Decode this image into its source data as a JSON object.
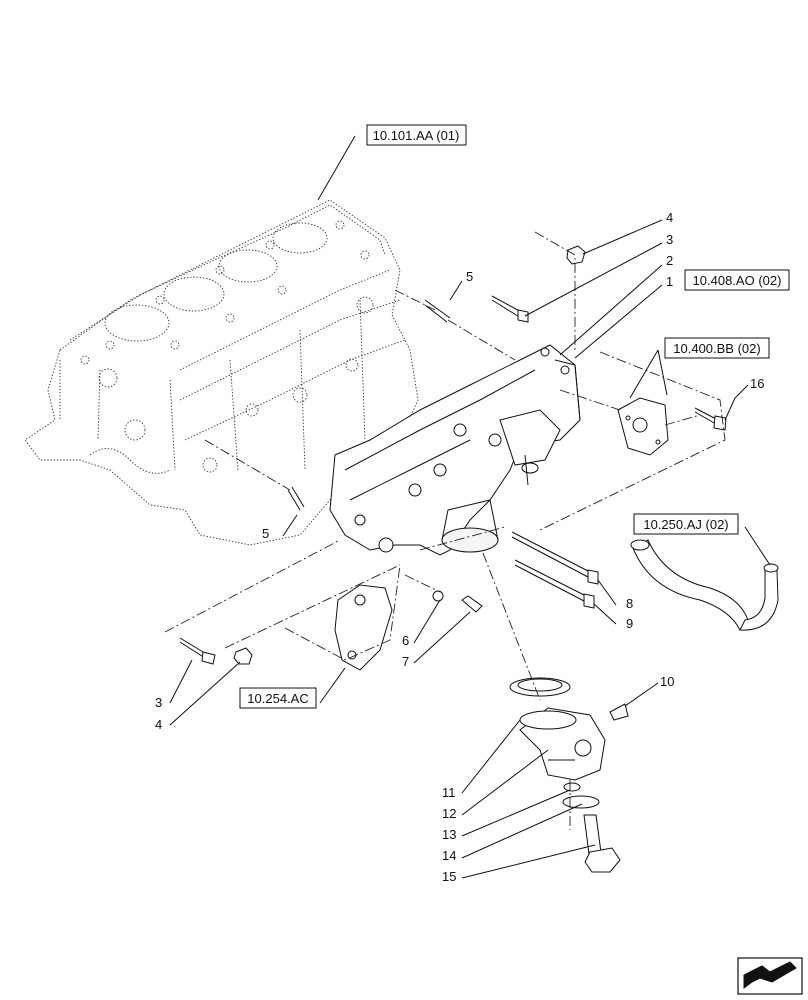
{
  "references": {
    "engine_block": "10.101.AA (01)",
    "top_right": "10.408.AO (02)",
    "gasket": "10.400.BB (02)",
    "hose": "10.250.AJ (02)",
    "bracket": "10.254.AC"
  },
  "callouts": {
    "c1": "1",
    "c2": "2",
    "c3_top": "3",
    "c4_top": "4",
    "c5_top": "5",
    "c5_left": "5",
    "c3_left": "3",
    "c4_left": "4",
    "c6": "6",
    "c7": "7",
    "c8": "8",
    "c9": "9",
    "c10": "10",
    "c11": "11",
    "c12": "12",
    "c13": "13",
    "c14": "14",
    "c15": "15",
    "c16": "16"
  },
  "icons": {
    "nav": "arrow-navigation-icon"
  }
}
